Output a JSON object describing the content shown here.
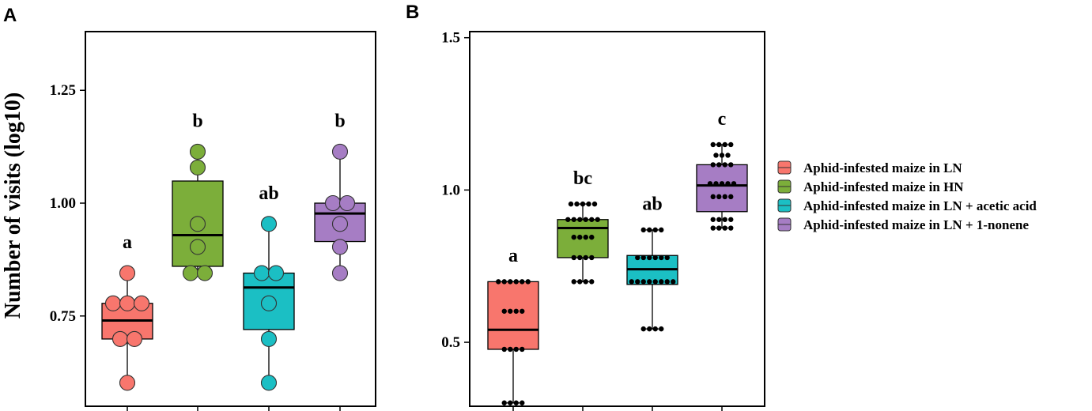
{
  "chart_data": [
    {
      "type": "box",
      "panel_label": "A",
      "ylabel": "Number of visits (log10)",
      "ylim": [
        0.55,
        1.38
      ],
      "yticks": [
        "0.75",
        "1.00",
        "1.25"
      ],
      "ytick_values": [
        0.75,
        1.0,
        1.25
      ],
      "groups": [
        {
          "name": "Aphid-infested maize in LN",
          "color": "#F8766D",
          "letter": "a",
          "stats": {
            "min": 0.602,
            "q1": 0.699,
            "median": 0.74,
            "q3": 0.778,
            "max": 0.845
          },
          "points": [
            0.602,
            0.699,
            0.699,
            0.778,
            0.778,
            0.778,
            0.845
          ]
        },
        {
          "name": "Aphid-infested maize in HN",
          "color": "#7CAE3A",
          "letter": "b",
          "stats": {
            "min": 0.845,
            "q1": 0.86,
            "median": 0.929,
            "q3": 1.049,
            "max": 1.114
          },
          "points": [
            0.845,
            0.845,
            0.903,
            0.954,
            1.079,
            1.114
          ]
        },
        {
          "name": "Aphid-infested maize in LN + acetic acid",
          "color": "#1BBFC4",
          "letter": "ab",
          "stats": {
            "min": 0.602,
            "q1": 0.72,
            "median": 0.813,
            "q3": 0.845,
            "max": 0.954
          },
          "points": [
            0.602,
            0.699,
            0.778,
            0.845,
            0.845,
            0.954
          ]
        },
        {
          "name": "Aphid-infested maize in LN + 1-nonene",
          "color": "#A67DC4",
          "letter": "b",
          "stats": {
            "min": 0.845,
            "q1": 0.915,
            "median": 0.977,
            "q3": 1.0,
            "max": 1.114
          },
          "points": [
            0.845,
            0.903,
            0.954,
            1.0,
            1.0,
            1.114
          ]
        }
      ]
    },
    {
      "type": "box",
      "panel_label": "B",
      "ylabel": "",
      "ylim": [
        0.29,
        1.52
      ],
      "yticks": [
        "0.5",
        "1.0",
        "1.5"
      ],
      "ytick_values": [
        0.5,
        1.0,
        1.5
      ],
      "groups": [
        {
          "name": "Aphid-infested maize in LN",
          "color": "#F8766D",
          "letter": "a",
          "stats": {
            "min": 0.301,
            "q1": 0.477,
            "median": 0.541,
            "q3": 0.699,
            "max": 0.699
          },
          "points": [
            0.301,
            0.301,
            0.301,
            0.301,
            0.477,
            0.477,
            0.477,
            0.477,
            0.602,
            0.602,
            0.602,
            0.602,
            0.699,
            0.699,
            0.699,
            0.699,
            0.699,
            0.699
          ]
        },
        {
          "name": "Aphid-infested maize in HN",
          "color": "#7CAE3A",
          "letter": "bc",
          "stats": {
            "min": 0.699,
            "q1": 0.778,
            "median": 0.875,
            "q3": 0.903,
            "max": 0.954
          },
          "points": [
            0.699,
            0.699,
            0.699,
            0.699,
            0.778,
            0.778,
            0.778,
            0.778,
            0.845,
            0.845,
            0.845,
            0.845,
            0.903,
            0.903,
            0.903,
            0.903,
            0.903,
            0.903,
            0.954,
            0.954,
            0.954,
            0.954,
            0.954
          ]
        },
        {
          "name": "Aphid-infested maize in LN + acetic acid",
          "color": "#1BBFC4",
          "letter": "ab",
          "stats": {
            "min": 0.544,
            "q1": 0.69,
            "median": 0.74,
            "q3": 0.785,
            "max": 0.869
          },
          "points": [
            0.544,
            0.544,
            0.544,
            0.544,
            0.699,
            0.699,
            0.699,
            0.699,
            0.699,
            0.699,
            0.699,
            0.699,
            0.778,
            0.778,
            0.778,
            0.778,
            0.778,
            0.778,
            0.869,
            0.869,
            0.869,
            0.869
          ]
        },
        {
          "name": "Aphid-infested maize in LN + 1-nonene",
          "color": "#A67DC4",
          "letter": "c",
          "stats": {
            "min": 0.875,
            "q1": 0.929,
            "median": 1.015,
            "q3": 1.083,
            "max": 1.149
          },
          "points": [
            0.875,
            0.875,
            0.875,
            0.875,
            0.903,
            0.903,
            0.903,
            0.903,
            0.978,
            0.978,
            0.978,
            0.978,
            1.021,
            1.021,
            1.021,
            1.021,
            1.021,
            1.083,
            1.083,
            1.083,
            1.083,
            1.114,
            1.114,
            1.114,
            1.149,
            1.149,
            1.149,
            1.149
          ]
        }
      ]
    }
  ],
  "legend": {
    "position": "right",
    "items": [
      {
        "label": "Aphid-infested maize in LN",
        "color": "#F8766D"
      },
      {
        "label": "Aphid-infested maize in HN",
        "color": "#7CAE3A"
      },
      {
        "label": "Aphid-infested maize in LN + acetic acid",
        "color": "#1BBFC4"
      },
      {
        "label": "Aphid-infested maize in LN + 1-nonene",
        "color": "#A67DC4"
      }
    ]
  }
}
